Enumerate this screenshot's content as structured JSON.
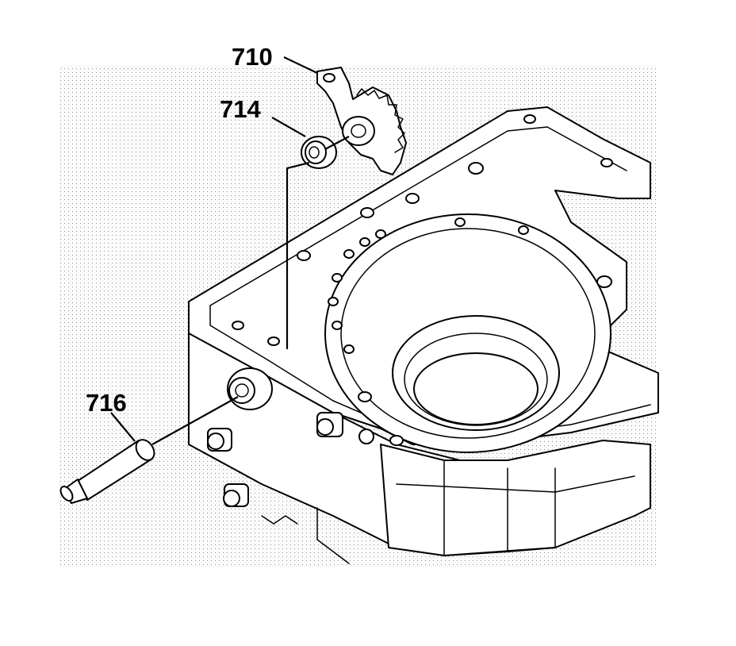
{
  "callouts": {
    "part_710": "710",
    "part_714": "714",
    "part_716": "716"
  },
  "colors": {
    "ink": "#000000",
    "background": "#ffffff",
    "stipple": "#9a9a9a"
  }
}
